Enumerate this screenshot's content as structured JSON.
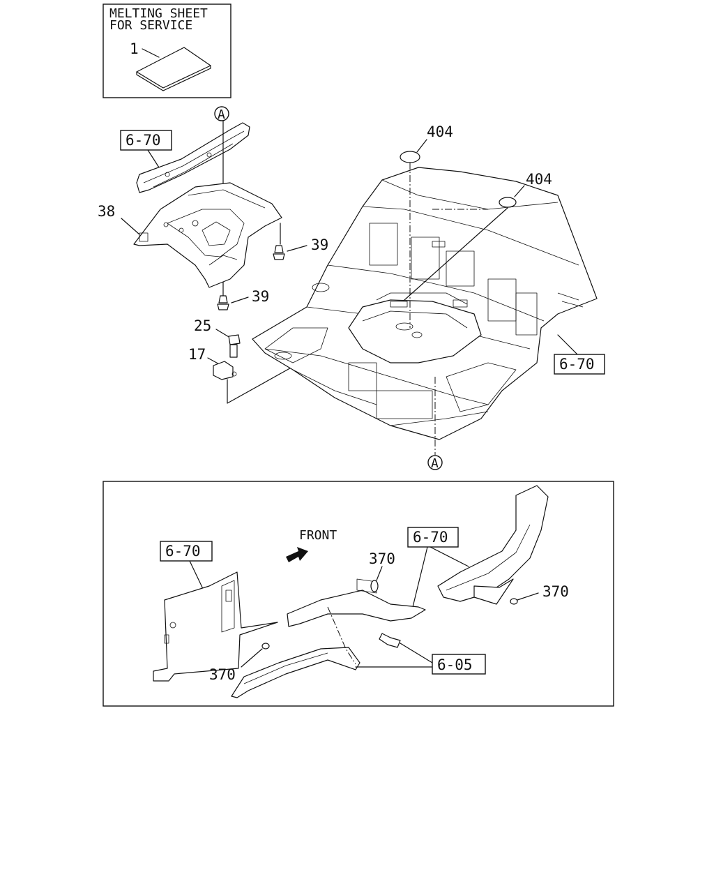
{
  "header_box": {
    "line1": "MELTING SHEET",
    "line2": "FOR SERVICE"
  },
  "callouts": {
    "c1": "1",
    "c404a": "404",
    "c404b": "404",
    "c38": "38",
    "c39a": "39",
    "c39b": "39",
    "c25": "25",
    "c17": "17",
    "ref_6_70_top": "6-70",
    "ref_6_70_right": "6-70",
    "ref_6_70_inset_left": "6-70",
    "ref_6_70_inset_mid": "6-70",
    "ref_6_05": "6-05",
    "c370a": "370",
    "c370b": "370",
    "c370c": "370",
    "front": "FRONT",
    "markA_top": "A",
    "markA_bottom": "A"
  }
}
